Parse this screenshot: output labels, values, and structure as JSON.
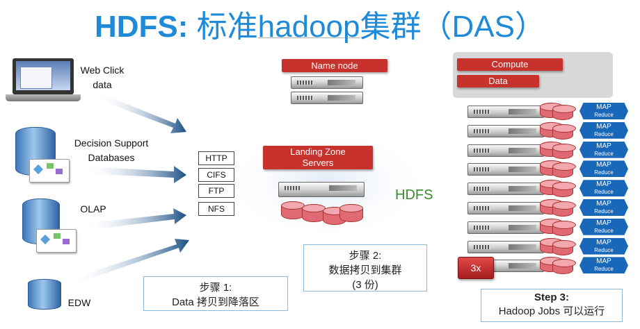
{
  "title": {
    "bold": "HDFS:",
    "rest_a": " 标准",
    "rest_u": "hadoop",
    "rest_b": "集群（DAS）"
  },
  "sources": [
    {
      "label": "Web Click\ndata",
      "icon": "laptop-icon"
    },
    {
      "label": "Decision Support\nDatabases",
      "icon": "database-icon"
    },
    {
      "label": "OLAP",
      "icon": "database-icon"
    },
    {
      "label": "EDW",
      "icon": "database-icon"
    }
  ],
  "protocols": [
    "HTTP",
    "CIFS",
    "FTP",
    "NFS"
  ],
  "name_node": {
    "label": "Name node"
  },
  "landing": {
    "label": "Landing Zone\nServers"
  },
  "hdfs_label": "HDFS",
  "compute_panel": {
    "compute": "Compute",
    "data": "Data"
  },
  "map_badge": {
    "map": "MAP",
    "reduce": "Reduce"
  },
  "cluster_rows": 9,
  "replica_badge": "3x",
  "step1": {
    "heading": "步骤 1:",
    "text": "Data 拷贝到降落区"
  },
  "step2": {
    "heading": "步骤 2:",
    "text": "数据拷贝到集群",
    "sub": "(3 份)"
  },
  "step3": {
    "heading": "Step 3:",
    "text": "Hadoop Jobs 可以运行"
  },
  "colors": {
    "title_blue": "#1f8ad8",
    "red": "#c8322d",
    "map_blue": "#1867b8",
    "hdfs_green": "#3a8a2e"
  }
}
